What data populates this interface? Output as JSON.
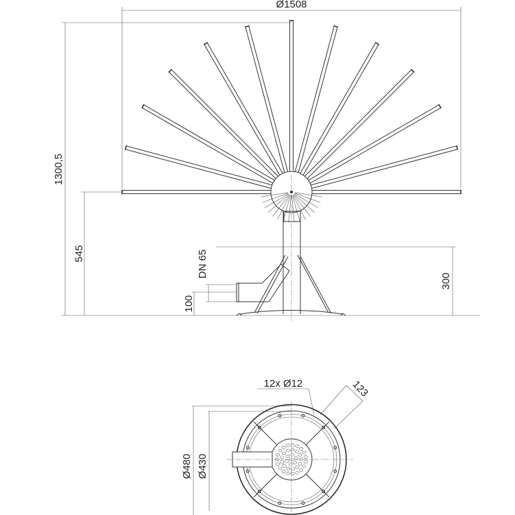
{
  "dimensions": {
    "width": "Ø1508",
    "height": "1300,5",
    "ring_height": "545",
    "inlet_size": "DN 65",
    "inlet_height": "100",
    "stand_height": "300",
    "holes": "12x Ø12",
    "inlet_length": "123",
    "outer_diameter": "Ø480",
    "inner_diameter": "Ø430"
  },
  "spoke_count": 13
}
